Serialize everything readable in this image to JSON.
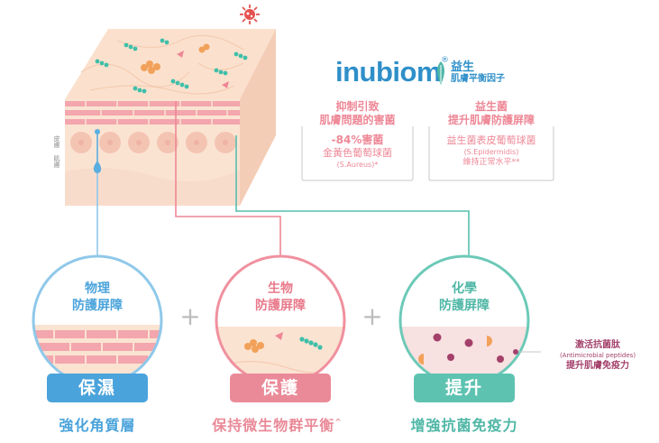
{
  "brand": {
    "logo_text": "inubiom",
    "registered_mark": "®",
    "tagline_top": "益生",
    "tagline_bottom": "肌膚平衡因子"
  },
  "callouts": {
    "harmful": {
      "title_line1": "抑制引致",
      "title_line2": "肌膚問題的害菌",
      "stat": "-84%害菌",
      "name": "金黃色葡萄球菌",
      "latin": "(S.Aureus)*"
    },
    "beneficial": {
      "title_line1": "益生菌",
      "title_line2": "提升肌膚防護屏障",
      "name": "益生菌表皮葡萄球菌",
      "latin": "(S.Epidermidis)",
      "note": "維持正常水平**"
    }
  },
  "skin_labels": {
    "top_small": "皮膚",
    "side_small": "肌膚"
  },
  "circles": [
    {
      "title_line1": "物理",
      "title_line2": "防護屏障",
      "badge": "保濕",
      "caption": "強化角質層",
      "color": "#8fc8ea",
      "badge_color": "#4aa3db"
    },
    {
      "title_line1": "生物",
      "title_line2": "防護屏障",
      "badge": "保護",
      "caption": "保持微生物群平衡",
      "caption_sup": "^",
      "color": "#f0909e",
      "badge_color": "#ea8a98"
    },
    {
      "title_line1": "化學",
      "title_line2": "防護屏障",
      "badge": "提升",
      "caption": "增強抗菌免疫力",
      "color": "#6cc9b8",
      "badge_color": "#5ec2b1"
    }
  ],
  "plus_sign": "+",
  "peptides": {
    "line1": "激活抗菌肽",
    "line2": "(Antimicrobial peptides)",
    "line3": "提升肌膚免疫力"
  },
  "colors": {
    "blue": "#5aaee0",
    "pink": "#ee8796",
    "teal": "#55bfae",
    "skin_peach": "#fbe3d2",
    "brick": "#f3a6ad"
  }
}
